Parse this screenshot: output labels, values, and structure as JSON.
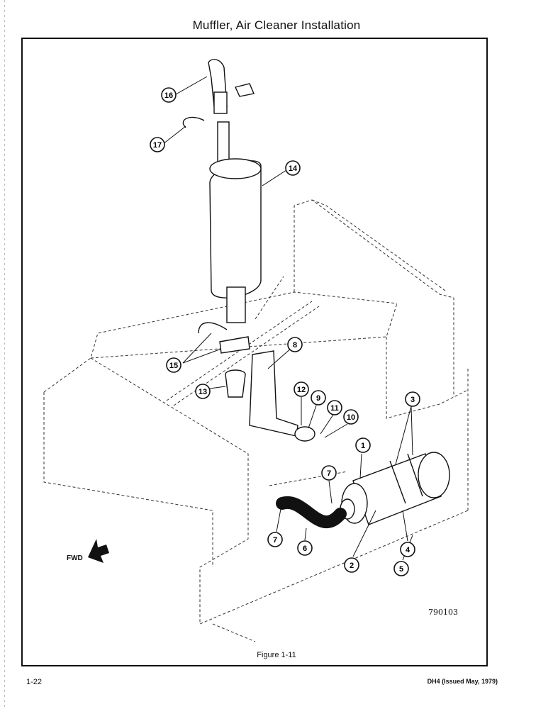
{
  "page": {
    "title": "Muffler, Air Cleaner Installation",
    "figure_caption": "Figure 1-11",
    "drawing_number": "790103",
    "page_number": "1-22",
    "document_ref": "DH4 (Issued May, 1979)",
    "forward_label": "FWD"
  },
  "callouts": [
    {
      "number": "16"
    },
    {
      "number": "17"
    },
    {
      "number": "14"
    },
    {
      "number": "8"
    },
    {
      "number": "15"
    },
    {
      "number": "13"
    },
    {
      "number": "12"
    },
    {
      "number": "9"
    },
    {
      "number": "11"
    },
    {
      "number": "10"
    },
    {
      "number": "3"
    },
    {
      "number": "1"
    },
    {
      "number": "7"
    },
    {
      "number": "7"
    },
    {
      "number": "6"
    },
    {
      "number": "2"
    },
    {
      "number": "4"
    },
    {
      "number": "5"
    }
  ]
}
